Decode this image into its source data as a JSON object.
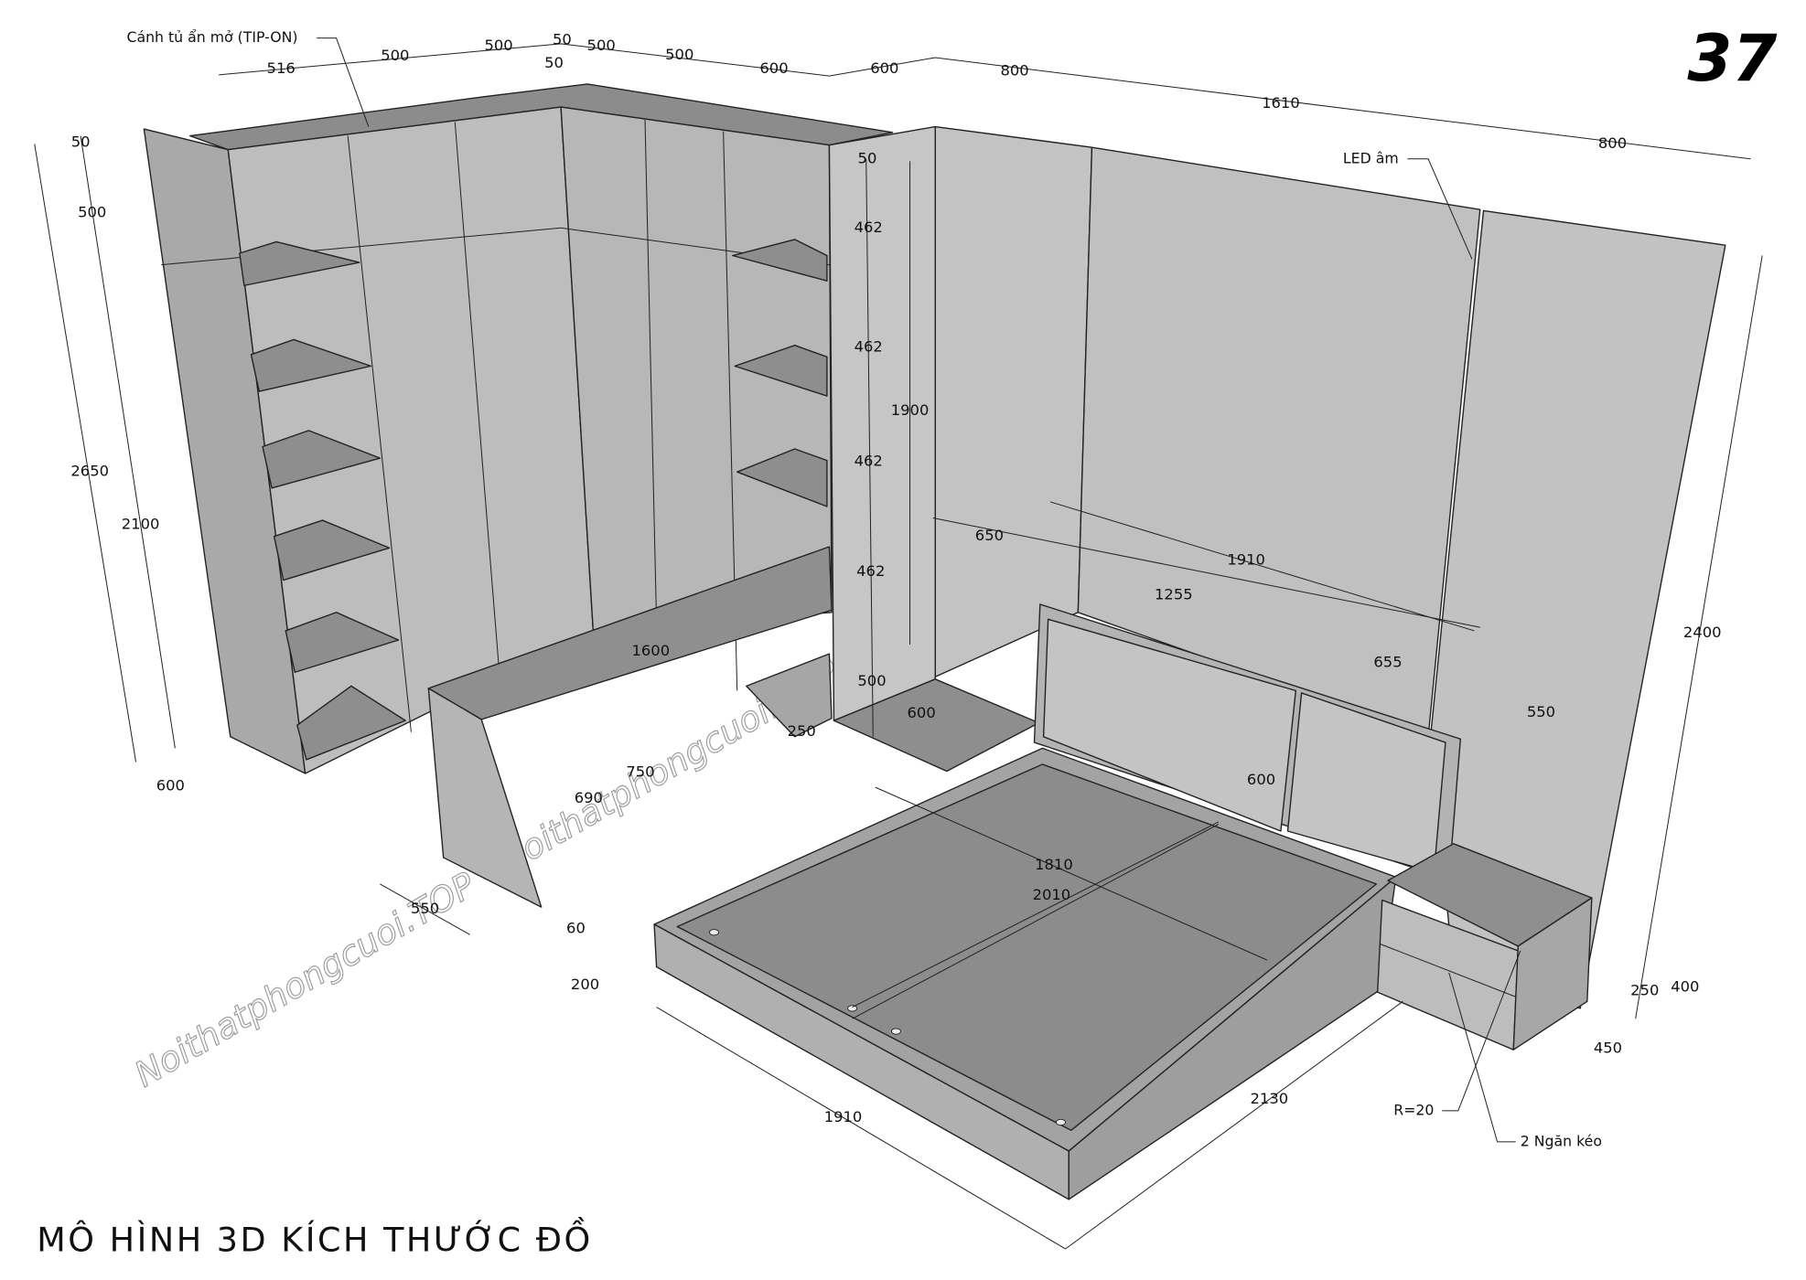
{
  "page_number": "37",
  "title": "MÔ HÌNH 3D KÍCH THƯỚC ĐỒ",
  "watermark": "Noithatphongcuoi.TOP - Noithatphongcuoi.TOP - Noithatphongcuoi.TOP",
  "annotations": {
    "tip_on": "Cánh tủ ẩn mở (TIP-ON)",
    "led": "LED âm",
    "radius": "R=20",
    "drawers": "2 Ngăn kéo"
  },
  "dimensions": {
    "top": [
      "516",
      "500",
      "500",
      "50",
      "50",
      "500",
      "500",
      "600",
      "600",
      "800",
      "1610",
      "800"
    ],
    "left": [
      "50",
      "500",
      "2650",
      "2100",
      "600"
    ],
    "wardrobe_right": [
      "50",
      "462",
      "462",
      "462",
      "462",
      "1900",
      "500",
      "600",
      "250"
    ],
    "desk": [
      "1600",
      "750",
      "690",
      "550",
      "60"
    ],
    "bed": [
      "650",
      "1910",
      "1255",
      "655",
      "550",
      "600",
      "1810",
      "2010",
      "200",
      "1910",
      "2130"
    ],
    "right": [
      "2400",
      "400",
      "250",
      "450"
    ]
  },
  "colors": {
    "panel_light": "#c2c2c2",
    "panel_mid": "#b0b0b0",
    "panel_dark": "#8c8c8c",
    "edge": "#222222"
  }
}
